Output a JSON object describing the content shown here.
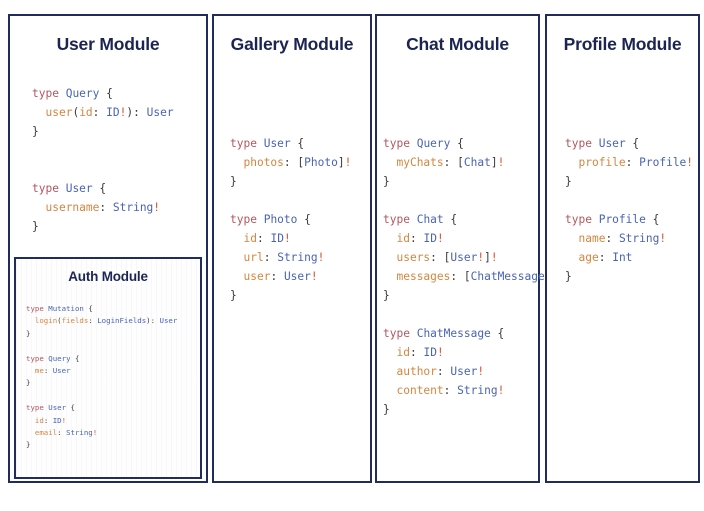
{
  "colors": {
    "border": "#222b5e",
    "title": "#1c2452",
    "keyword": "#b4565d",
    "type_name": "#4a63b5",
    "field": "#d4863f",
    "bang": "#d4552f",
    "punctuation": "#3b3b3b",
    "panel_background": "#ffffff",
    "page_background": "#ffffff"
  },
  "panels": [
    {
      "id": "user-module",
      "title": "User Module",
      "code_lines": [
        "type Query {",
        "  user(id: ID!): User",
        "}",
        "",
        "",
        "type User {",
        "  username: String!",
        "}"
      ],
      "subpanel": {
        "id": "auth-module",
        "title": "Auth Module",
        "code_lines": [
          "type Mutation {",
          "  login(fields: LoginFields): User",
          "}",
          "",
          "type Query {",
          "  me: User",
          "}",
          "",
          "type User {",
          "  id: ID!",
          "  email: String!",
          "}"
        ]
      }
    },
    {
      "id": "gallery-module",
      "title": "Gallery Module",
      "code_lines": [
        "type User {",
        "  photos: [Photo]!",
        "}",
        "",
        "type Photo {",
        "  id: ID!",
        "  url: String!",
        "  user: User!",
        "}"
      ]
    },
    {
      "id": "chat-module",
      "title": "Chat Module",
      "code_lines": [
        "type Query {",
        "  myChats: [Chat]!",
        "}",
        "",
        "type Chat {",
        "  id: ID!",
        "  users: [User!]!",
        "  messages: [ChatMessage]!",
        "}",
        "",
        "type ChatMessage {",
        "  id: ID!",
        "  author: User!",
        "  content: String!",
        "}"
      ]
    },
    {
      "id": "profile-module",
      "title": "Profile Module",
      "code_lines": [
        "type User {",
        "  profile: Profile!",
        "}",
        "",
        "type Profile {",
        "  name: String!",
        "  age: Int",
        "}"
      ]
    }
  ]
}
